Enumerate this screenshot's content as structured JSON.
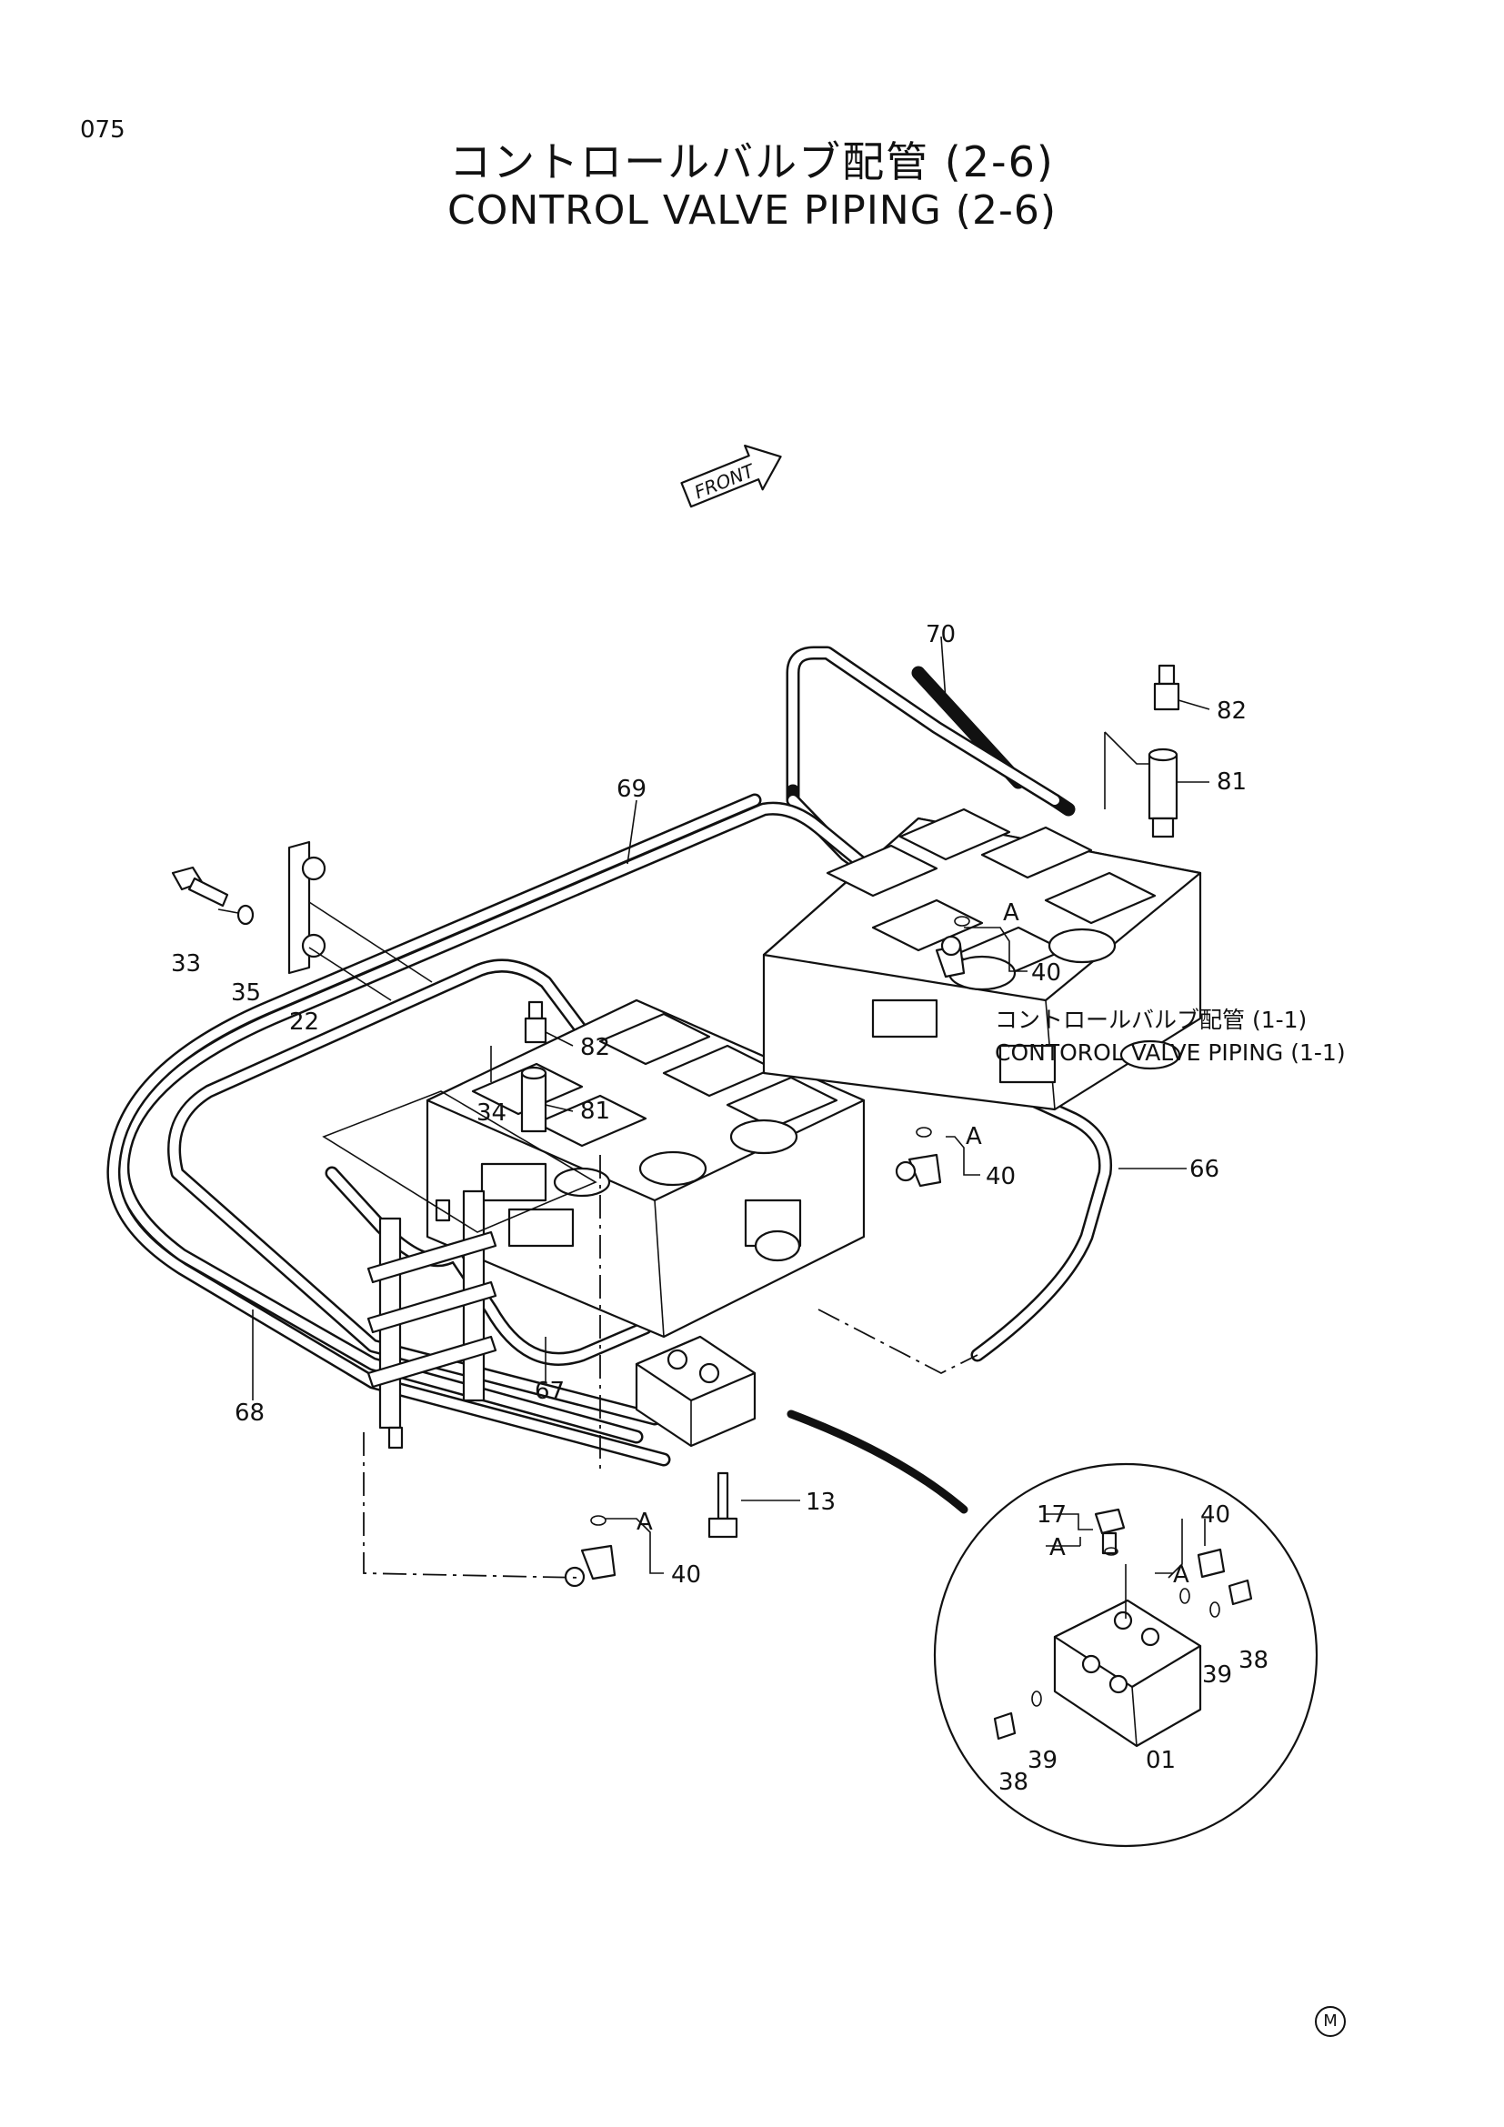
{
  "page_number": "075",
  "title_jp": "コントロールバルブ配管 (2-6)",
  "title_en": "CONTROL VALVE PIPING (2-6)",
  "front_marker": "FRONT",
  "maker_mark": "M",
  "reference": {
    "jp": "コントロールバルブ配管 (1-1)",
    "en": "CONTOROL VALVE PIPING (1-1)"
  },
  "callouts": {
    "p70": "70",
    "p82a": "82",
    "p81a": "81",
    "p69": "69",
    "p40a": "40",
    "p33": "33",
    "p35": "35",
    "p22": "22",
    "p82b": "82",
    "p34": "34",
    "p81b": "81",
    "p40b": "40",
    "p66": "66",
    "p67": "67",
    "p68": "68",
    "p13": "13",
    "p40c": "40",
    "p17": "17",
    "p40d": "40",
    "p39a": "39",
    "p38a": "38",
    "p38b": "38",
    "p39b": "39",
    "p01": "01"
  },
  "markers": {
    "a1": "A",
    "a2": "A",
    "a3": "A",
    "a4": "A",
    "a5": "A"
  }
}
